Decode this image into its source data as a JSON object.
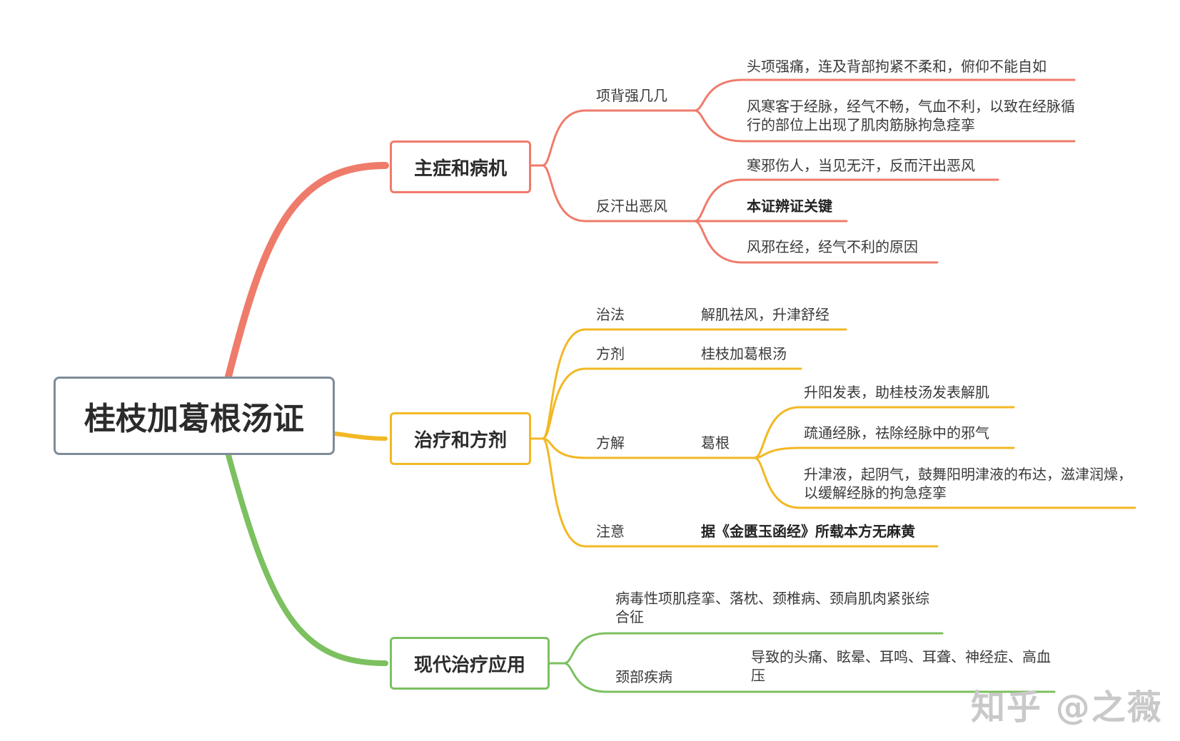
{
  "colors": {
    "red": "#ef7b6b",
    "yellow": "#f2b824",
    "green": "#7cc05f",
    "root_border": "#7f8c99"
  },
  "root": {
    "label": "桂枝加葛根汤证"
  },
  "branches": {
    "symptoms": {
      "label": "主症和病机",
      "sub1": {
        "label": "项背强几几",
        "items": [
          "头项强痛，连及背部拘紧不柔和，俯仰不能自如",
          "风寒客于经脉，经气不畅，气血不利，以致在经脉循行的部位上出现了肌肉筋脉拘急痉挛"
        ]
      },
      "sub2": {
        "label": "反汗出恶风",
        "items": [
          "寒邪伤人，当见无汗，反而汗出恶风",
          "本证辨证关键",
          "风邪在经，经气不利的原因"
        ]
      }
    },
    "treatment": {
      "label": "治疗和方剂",
      "method": {
        "label": "治法",
        "value": "解肌祛风，升津舒经"
      },
      "formula": {
        "label": "方剂",
        "value": "桂枝加葛根汤"
      },
      "explanation": {
        "label": "方解",
        "herb": "葛根",
        "items": [
          "升阳发表，助桂枝汤发表解肌",
          "疏通经脉，祛除经脉中的邪气",
          "升津液，起阴气，鼓舞阳明津液的布达，滋津润燥，以缓解经脉的拘急痉挛"
        ]
      },
      "note": {
        "label": "注意",
        "value": "据《金匮玉函经》所载本方无麻黄"
      }
    },
    "modern": {
      "label": "现代治疗应用",
      "item1": "病毒性项肌痉挛、落枕、颈椎病、颈肩肌肉紧张综合征",
      "neck": {
        "label": "颈部疾病",
        "value": "导致的头痛、眩晕、耳鸣、耳聋、神经症、高血压"
      }
    }
  },
  "watermark": "知乎 @之薇"
}
